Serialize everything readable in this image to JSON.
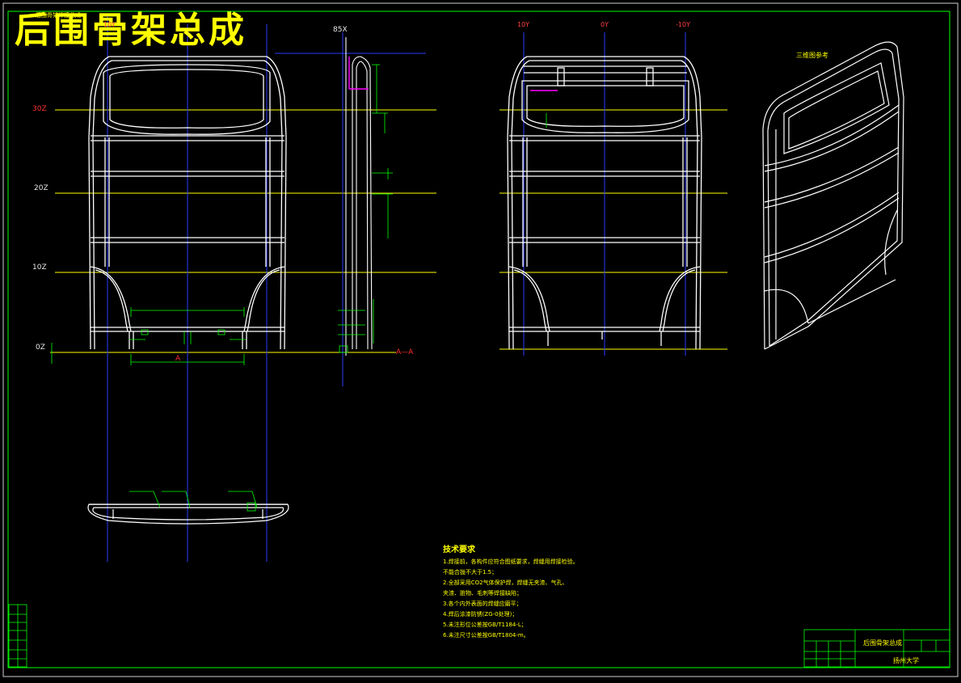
{
  "drawing": {
    "title": "后围骨架总成",
    "small_tag": "后围骨架焊接总成",
    "section_label": "A—A",
    "section_mark": "A",
    "iso_label": "三维图参考"
  },
  "axis_labels": {
    "z": [
      "30Z",
      "20Z",
      "10Z",
      "0Z"
    ],
    "y_left": "10Y",
    "y": [
      "10Y",
      "0Y",
      "-10Y"
    ],
    "x": "85X"
  },
  "tech_notes": {
    "title": "技术要求",
    "lines": [
      "1.焊接前，各构件应符合图纸要求，焊缝用焊接检验。",
      "不能合拢不大于1.5；",
      "2.全部采用CO2气体保护焊，焊缝无夹渣、气孔、",
      "夹渣、脏物、毛刺等焊接缺陷；",
      "3.各个内外表面的焊缝应磨平；",
      "4.焊后涂漆防锈(ZG-0处理)；",
      "5.未注形位公差按GB/T1184-L；",
      "6.未注尺寸公差按GB/T1804-m。"
    ]
  },
  "title_block": {
    "name": "后围骨架总成",
    "school": "扬州大学"
  },
  "colors": {
    "frame": "#ffffff",
    "centerline": "#2a3cff",
    "level": "#ffff00",
    "dimension": "#00ff00",
    "accent": "#ff00ff",
    "axis_text": "#ff3030",
    "title": "#ffff00"
  }
}
